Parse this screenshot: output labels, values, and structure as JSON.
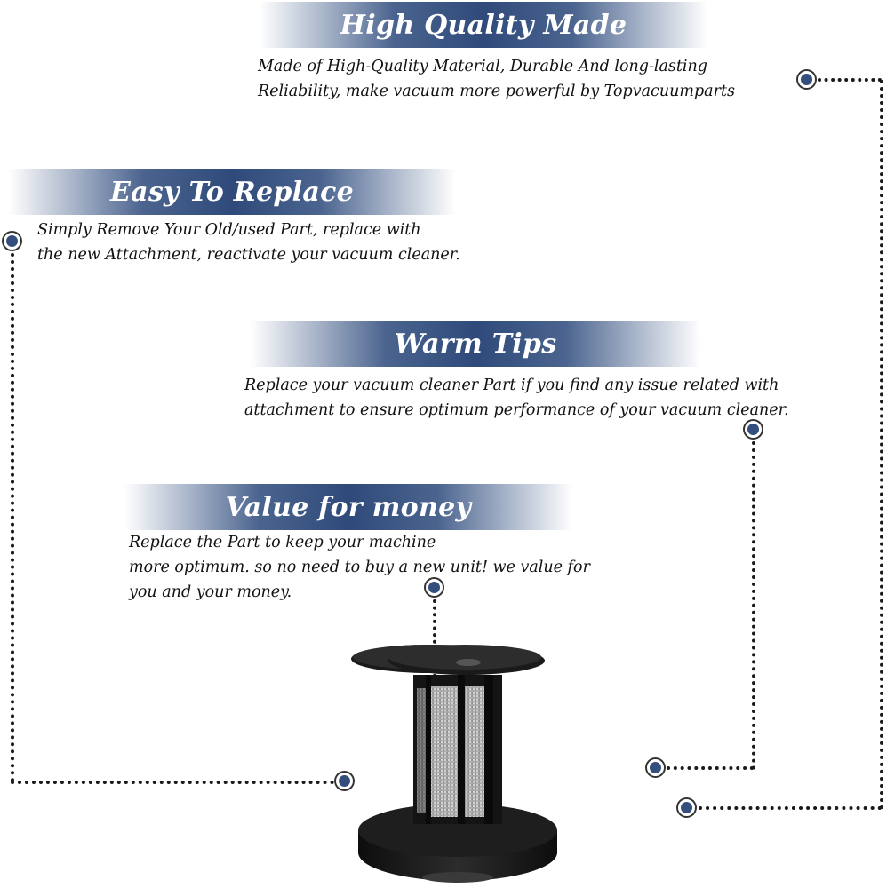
{
  "sections": [
    {
      "title": "High Quality Made",
      "lines": [
        "Made of  High-Quality Material, Durable And long-lasting",
        "Reliability, make vacuum more powerful by Topvacuumparts"
      ]
    },
    {
      "title": "Easy To Replace",
      "lines": [
        "Simply Remove Your Old/used Part, replace with",
        "the new Attachment, reactivate your vacuum cleaner."
      ]
    },
    {
      "title": "Warm Tips",
      "lines": [
        "Replace your vacuum cleaner Part if you find any issue related with",
        "attachment to ensure optimum performance of your vacuum cleaner."
      ]
    },
    {
      "title": "Value for money",
      "lines": [
        "Replace the Part to keep your machine",
        "more optimum. so no need to buy a new unit! we value for",
        "you and your money."
      ]
    }
  ],
  "colors": {
    "banner": "#2f4a7a",
    "dot": "#344f7e"
  }
}
